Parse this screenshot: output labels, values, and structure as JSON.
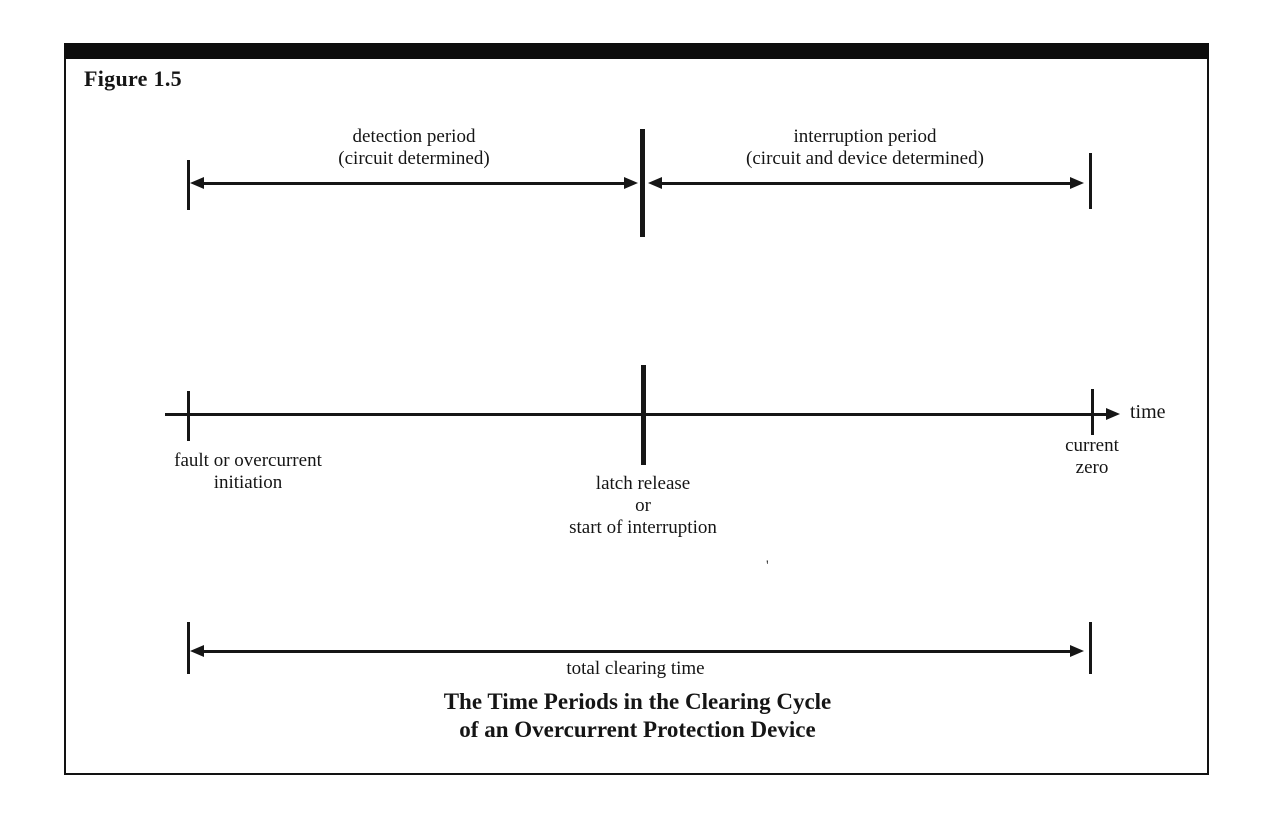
{
  "figure": {
    "label": "Figure 1.5",
    "caption_line1": "The Time Periods in the Clearing Cycle",
    "caption_line2": "of an Overcurrent Protection Device"
  },
  "periods": {
    "detection": {
      "label": "detection period",
      "sublabel": "(circuit determined)"
    },
    "interruption": {
      "label": "interruption period",
      "sublabel": "(circuit and device determined)"
    },
    "total": {
      "label": "total clearing time"
    }
  },
  "timeline": {
    "axis_label": "time",
    "start_event": {
      "line1": "fault or overcurrent",
      "line2": "initiation"
    },
    "mid_event": {
      "line1": "latch release",
      "line2": "or",
      "line3": "start of interruption"
    },
    "end_event": {
      "line1": "current",
      "line2": "zero"
    }
  },
  "artifact_mark": "'",
  "colors": {
    "ink": "#161616",
    "paper": "#ffffff"
  }
}
